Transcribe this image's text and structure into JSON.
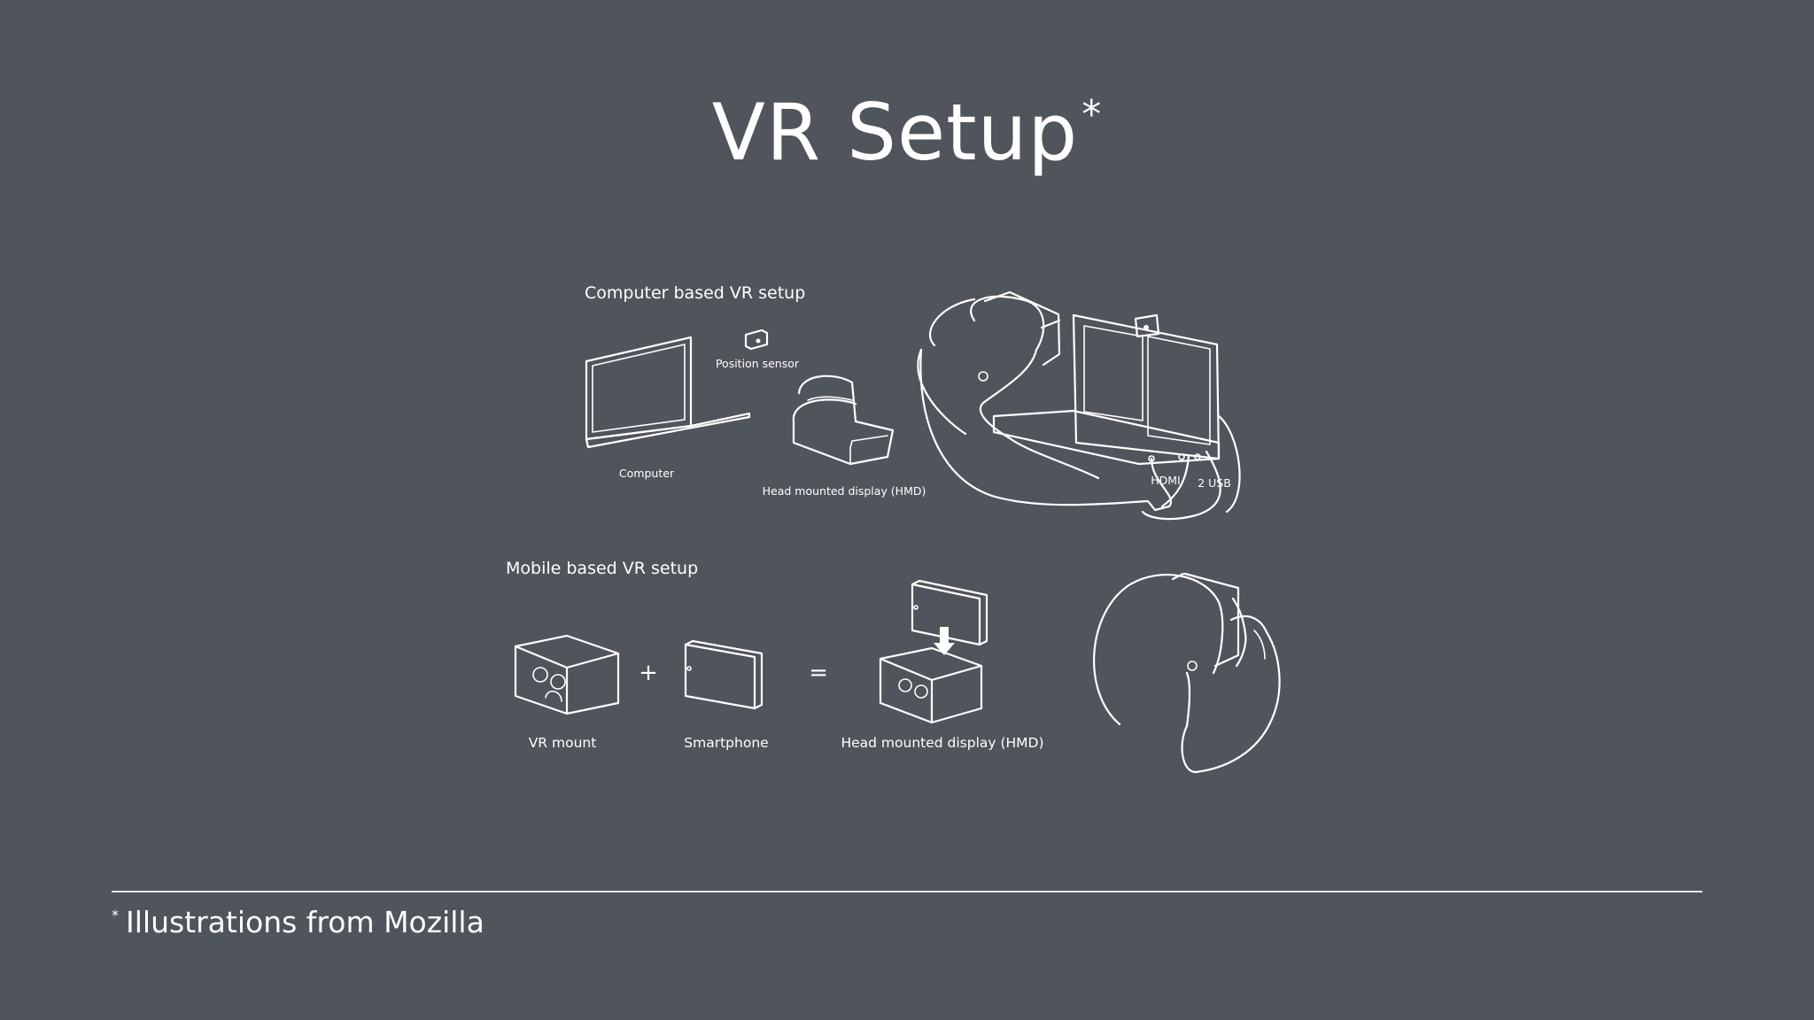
{
  "title": {
    "text": "VR Setup",
    "marker": "*"
  },
  "computer_section": {
    "heading": "Computer based VR setup",
    "labels": {
      "position_sensor": "Position sensor",
      "computer": "Computer",
      "hmd": "Head mounted display (HMD)",
      "hdmi": "HDMI",
      "usb": "2 USB"
    }
  },
  "mobile_section": {
    "heading": "Mobile based VR setup",
    "plus": "+",
    "equals": "=",
    "labels": {
      "vr_mount": "VR mount",
      "smartphone": "Smartphone",
      "hmd": "Head mounted display (HMD)"
    }
  },
  "footnote": {
    "marker": "*",
    "text": "Illustrations from Mozilla"
  },
  "colors": {
    "background": "#50545b",
    "line": "#ffffff"
  }
}
